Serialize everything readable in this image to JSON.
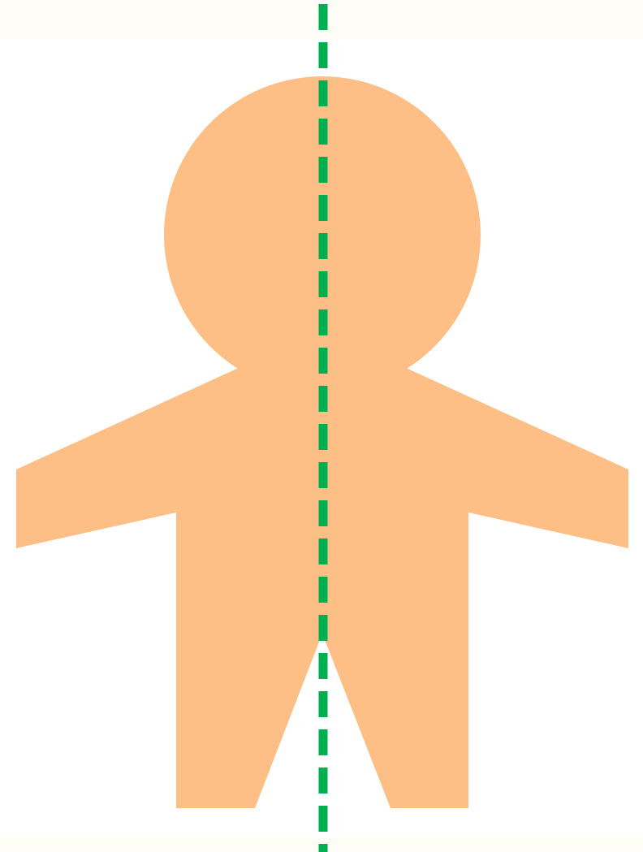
{
  "colors": {
    "background": "#ffffff",
    "margin_tint": "#fffef6",
    "figure_fill": "#fdbf85",
    "symmetry_line": "#00b050"
  },
  "figure": {
    "shape": "paper-doll person",
    "parts": [
      "head",
      "left-arm",
      "right-arm",
      "torso",
      "left-leg",
      "right-leg"
    ]
  },
  "symmetry_line": {
    "style": "dashed",
    "orientation": "vertical"
  }
}
